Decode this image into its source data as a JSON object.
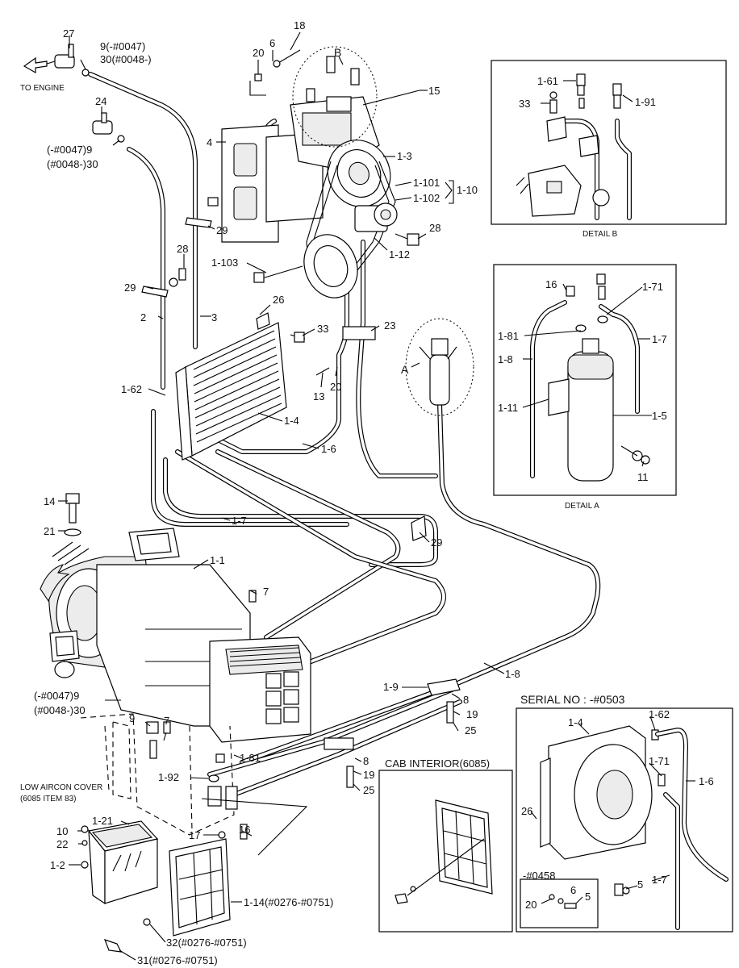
{
  "labels": {
    "to_engine": "TO ENGINE",
    "n27": "27",
    "n9_0047": "9(-#0047)",
    "n30_0048": "30(#0048-)",
    "n24": "24",
    "n9b": "(-#0047)9",
    "n30b": "(#0048-)30",
    "n20_top": "20",
    "n6_top": "6",
    "n18": "18",
    "nB": "B",
    "n15": "15",
    "n4": "4",
    "n1_3": "1-3",
    "n1_101": "1-101",
    "n1_102": "1-102",
    "n1_10": "1-10",
    "n28_right": "28",
    "n29_upper": "29",
    "n28_left": "28",
    "n1_103": "1-103",
    "n1_12": "1-12",
    "n29_left": "29",
    "n2": "2",
    "n3": "3",
    "n26": "26",
    "n33": "33",
    "n23": "23",
    "n13": "13",
    "n20_mid": "20",
    "nA": "A",
    "n1_62": "1-62",
    "n1_4": "1-4",
    "n1_6": "1-6",
    "n14": "14",
    "n21": "21",
    "n1_7": "1-7",
    "n29_mid": "29",
    "n1_1": "1-1",
    "n7_upper": "7",
    "n1_8": "1-8",
    "n9c": "(-#0047)9",
    "n30c": "(#0048-)30",
    "n9_lower": "9",
    "n7_lower": "7",
    "n1_9": "1-9",
    "n8_upper": "8",
    "n19_upper": "19",
    "n25_upper": "25",
    "n1_81": "1-81",
    "n8_lower": "8",
    "n1_92": "1-92",
    "n19_lower": "19",
    "n25_lower": "25",
    "low_cover": "LOW AIRCON COVER",
    "low_cover_item": "(6085 ITEM 83)",
    "n10": "10",
    "n1_21": "1-21",
    "n22": "22",
    "n1_2": "1-2",
    "n17": "17",
    "n16_lower": "16",
    "n1_14": "1-14(#0276-#0751)",
    "n32": "32(#0276-#0751)",
    "n31": "31(#0276-#0751)"
  },
  "detail_b": {
    "title": "DETAIL B",
    "n1_61": "1-61",
    "n33": "33",
    "n1_91": "1-91"
  },
  "detail_a": {
    "title": "DETAIL A",
    "n16": "16",
    "n1_71": "1-71",
    "n1_81": "1-81",
    "n1_7": "1-7",
    "n1_8": "1-8",
    "n1_11": "1-11",
    "n1_5": "1-5",
    "n11": "11"
  },
  "cab_interior": {
    "title": "CAB INTERIOR(6085)"
  },
  "serial": {
    "title": "SERIAL NO : -#0503",
    "n1_4": "1-4",
    "n1_62": "1-62",
    "n1_71": "1-71",
    "n1_6": "1-6",
    "n26": "26",
    "n1_7": "1-7",
    "n0458": "-#0458",
    "n5a": "5",
    "n6": "6",
    "n20": "20",
    "n5b": "5"
  }
}
